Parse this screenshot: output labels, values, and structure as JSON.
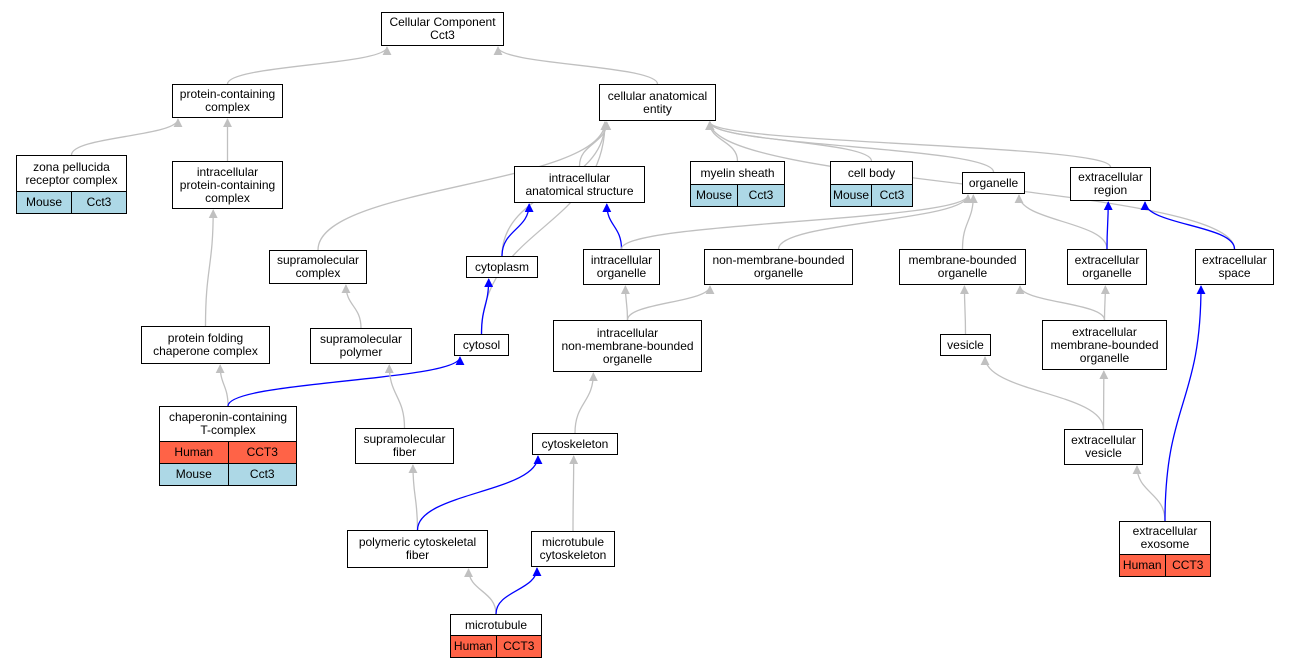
{
  "colors": {
    "gray_edge": "#c0c0c0",
    "blue_edge": "#0000ff",
    "mouse": "#add8e6",
    "human": "#ff6347"
  },
  "nodes": {
    "root": {
      "label": "Cellular Component\nCct3"
    },
    "pcc": {
      "label": "protein-containing\ncomplex"
    },
    "cae": {
      "label": "cellular anatomical\nentity"
    },
    "zona": {
      "label": "zona pellucida\nreceptor complex",
      "rows": [
        [
          "Mouse",
          "Cct3"
        ]
      ]
    },
    "ipcc": {
      "label": "intracellular\nprotein-containing\ncomplex"
    },
    "ias": {
      "label": "intracellular\nanatomical structure"
    },
    "myelin": {
      "label": "myelin sheath",
      "rows": [
        [
          "Mouse",
          "Cct3"
        ]
      ]
    },
    "cellbody": {
      "label": "cell body",
      "rows": [
        [
          "Mouse",
          "Cct3"
        ]
      ]
    },
    "organelle": {
      "label": "organelle"
    },
    "exreg": {
      "label": "extracellular\nregion"
    },
    "supcx": {
      "label": "supramolecular\ncomplex"
    },
    "cytoplasm": {
      "label": "cytoplasm"
    },
    "intorg": {
      "label": "intracellular\norganelle"
    },
    "nmbo": {
      "label": "non-membrane-bounded\norganelle"
    },
    "mbo": {
      "label": "membrane-bounded\norganelle"
    },
    "exorg": {
      "label": "extracellular\norganelle"
    },
    "exspace": {
      "label": "extracellular\nspace"
    },
    "pfcc": {
      "label": "protein folding\nchaperone complex"
    },
    "suppoly": {
      "label": "supramolecular\npolymer"
    },
    "cytosol": {
      "label": "cytosol"
    },
    "inmbo": {
      "label": "intracellular\nnon-membrane-bounded\norganelle"
    },
    "vesicle": {
      "label": "vesicle"
    },
    "exmbo": {
      "label": "extracellular\nmembrane-bounded\norganelle"
    },
    "cct": {
      "label": "chaperonin-containing\nT-complex",
      "rows": [
        [
          "Human",
          "CCT3"
        ],
        [
          "Mouse",
          "Cct3"
        ]
      ]
    },
    "supfib": {
      "label": "supramolecular\nfiber"
    },
    "cytosk": {
      "label": "cytoskeleton"
    },
    "exves": {
      "label": "extracellular\nvesicle"
    },
    "pcf": {
      "label": "polymeric cytoskeletal\nfiber"
    },
    "mtcs": {
      "label": "microtubule\ncytoskeleton"
    },
    "exo": {
      "label": "extracellular\nexosome",
      "rows": [
        [
          "Human",
          "CCT3"
        ]
      ]
    },
    "mt": {
      "label": "microtubule",
      "rows": [
        [
          "Human",
          "CCT3"
        ]
      ]
    }
  },
  "edges": [
    {
      "from": "pcc",
      "to": "root",
      "color": "gray"
    },
    {
      "from": "cae",
      "to": "root",
      "color": "gray"
    },
    {
      "from": "zona",
      "to": "pcc",
      "color": "gray"
    },
    {
      "from": "ipcc",
      "to": "pcc",
      "color": "gray"
    },
    {
      "from": "pfcc",
      "to": "ipcc",
      "color": "gray"
    },
    {
      "from": "ias",
      "to": "cae",
      "color": "gray"
    },
    {
      "from": "myelin",
      "to": "cae",
      "color": "gray"
    },
    {
      "from": "cellbody",
      "to": "cae",
      "color": "gray"
    },
    {
      "from": "organelle",
      "to": "cae",
      "color": "gray"
    },
    {
      "from": "exreg",
      "to": "cae",
      "color": "gray"
    },
    {
      "from": "exspace",
      "to": "cae",
      "color": "gray"
    },
    {
      "from": "supcx",
      "to": "cae",
      "color": "gray"
    },
    {
      "from": "cytoplasm",
      "to": "cae",
      "color": "gray"
    },
    {
      "from": "cytosol",
      "to": "cae",
      "color": "gray"
    },
    {
      "from": "cytoplasm",
      "to": "ias",
      "color": "blue"
    },
    {
      "from": "intorg",
      "to": "ias",
      "color": "blue"
    },
    {
      "from": "intorg",
      "to": "organelle",
      "color": "gray"
    },
    {
      "from": "nmbo",
      "to": "organelle",
      "color": "gray"
    },
    {
      "from": "mbo",
      "to": "organelle",
      "color": "gray"
    },
    {
      "from": "exorg",
      "to": "organelle",
      "color": "gray"
    },
    {
      "from": "exorg",
      "to": "exreg",
      "color": "blue"
    },
    {
      "from": "exspace",
      "to": "exreg",
      "color": "blue"
    },
    {
      "from": "suppoly",
      "to": "supcx",
      "color": "gray"
    },
    {
      "from": "cytosol",
      "to": "cytoplasm",
      "color": "blue"
    },
    {
      "from": "inmbo",
      "to": "intorg",
      "color": "gray"
    },
    {
      "from": "inmbo",
      "to": "nmbo",
      "color": "gray"
    },
    {
      "from": "vesicle",
      "to": "mbo",
      "color": "gray"
    },
    {
      "from": "exmbo",
      "to": "mbo",
      "color": "gray"
    },
    {
      "from": "exmbo",
      "to": "exorg",
      "color": "gray"
    },
    {
      "from": "cct",
      "to": "pfcc",
      "color": "gray"
    },
    {
      "from": "cct",
      "to": "cytosol",
      "color": "blue"
    },
    {
      "from": "supfib",
      "to": "suppoly",
      "color": "gray"
    },
    {
      "from": "cytosk",
      "to": "inmbo",
      "color": "gray"
    },
    {
      "from": "exves",
      "to": "vesicle",
      "color": "gray"
    },
    {
      "from": "exves",
      "to": "exmbo",
      "color": "gray"
    },
    {
      "from": "pcf",
      "to": "supfib",
      "color": "gray"
    },
    {
      "from": "pcf",
      "to": "cytosk",
      "color": "blue"
    },
    {
      "from": "mtcs",
      "to": "cytosk",
      "color": "gray"
    },
    {
      "from": "exo",
      "to": "exves",
      "color": "gray"
    },
    {
      "from": "exo",
      "to": "exspace",
      "color": "blue"
    },
    {
      "from": "mt",
      "to": "pcf",
      "color": "gray"
    },
    {
      "from": "mt",
      "to": "mtcs",
      "color": "blue"
    }
  ]
}
